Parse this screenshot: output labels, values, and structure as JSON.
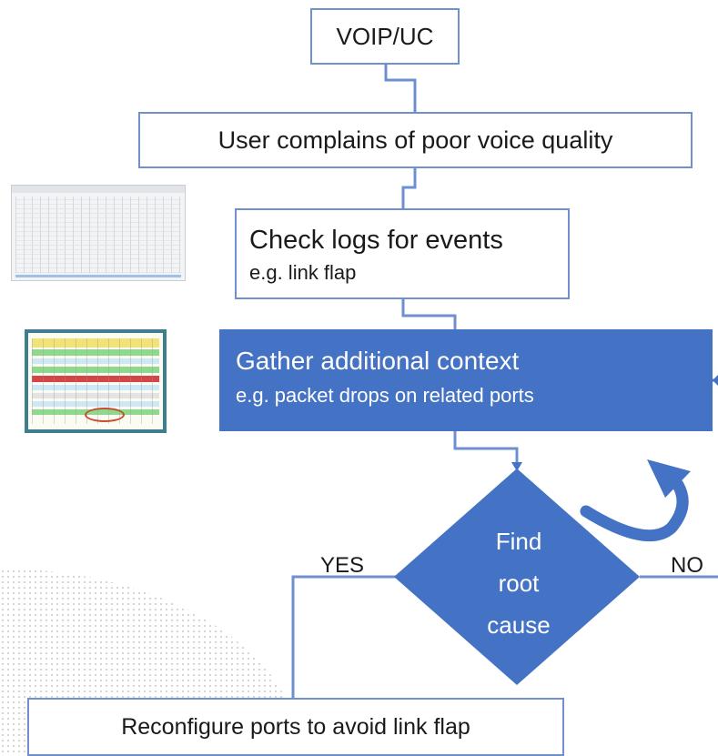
{
  "nodes": {
    "voip": "VOIP/UC",
    "complaint": "User complains of poor voice quality",
    "check_logs": {
      "line1": "Check logs for events",
      "line2": "e.g. link flap"
    },
    "gather": {
      "line1": "Gather additional context",
      "line2": "e.g. packet drops on related ports"
    },
    "decision": {
      "line1": "Find",
      "line2": "root",
      "line3": "cause"
    },
    "reconfigure": "Reconfigure ports to avoid link flap"
  },
  "labels": {
    "yes": "YES",
    "no": "NO"
  },
  "colors": {
    "box_border": "#6f8fcf",
    "primary_fill": "#4472c4",
    "text_dark": "#1a1a1a",
    "text_light": "#ffffff"
  },
  "icons": {
    "loop_arrow": "curved-loop-arrow-icon",
    "log_thumbnail": "log-table-thumbnail",
    "packet_thumbnail": "packet-drops-table-thumbnail"
  }
}
